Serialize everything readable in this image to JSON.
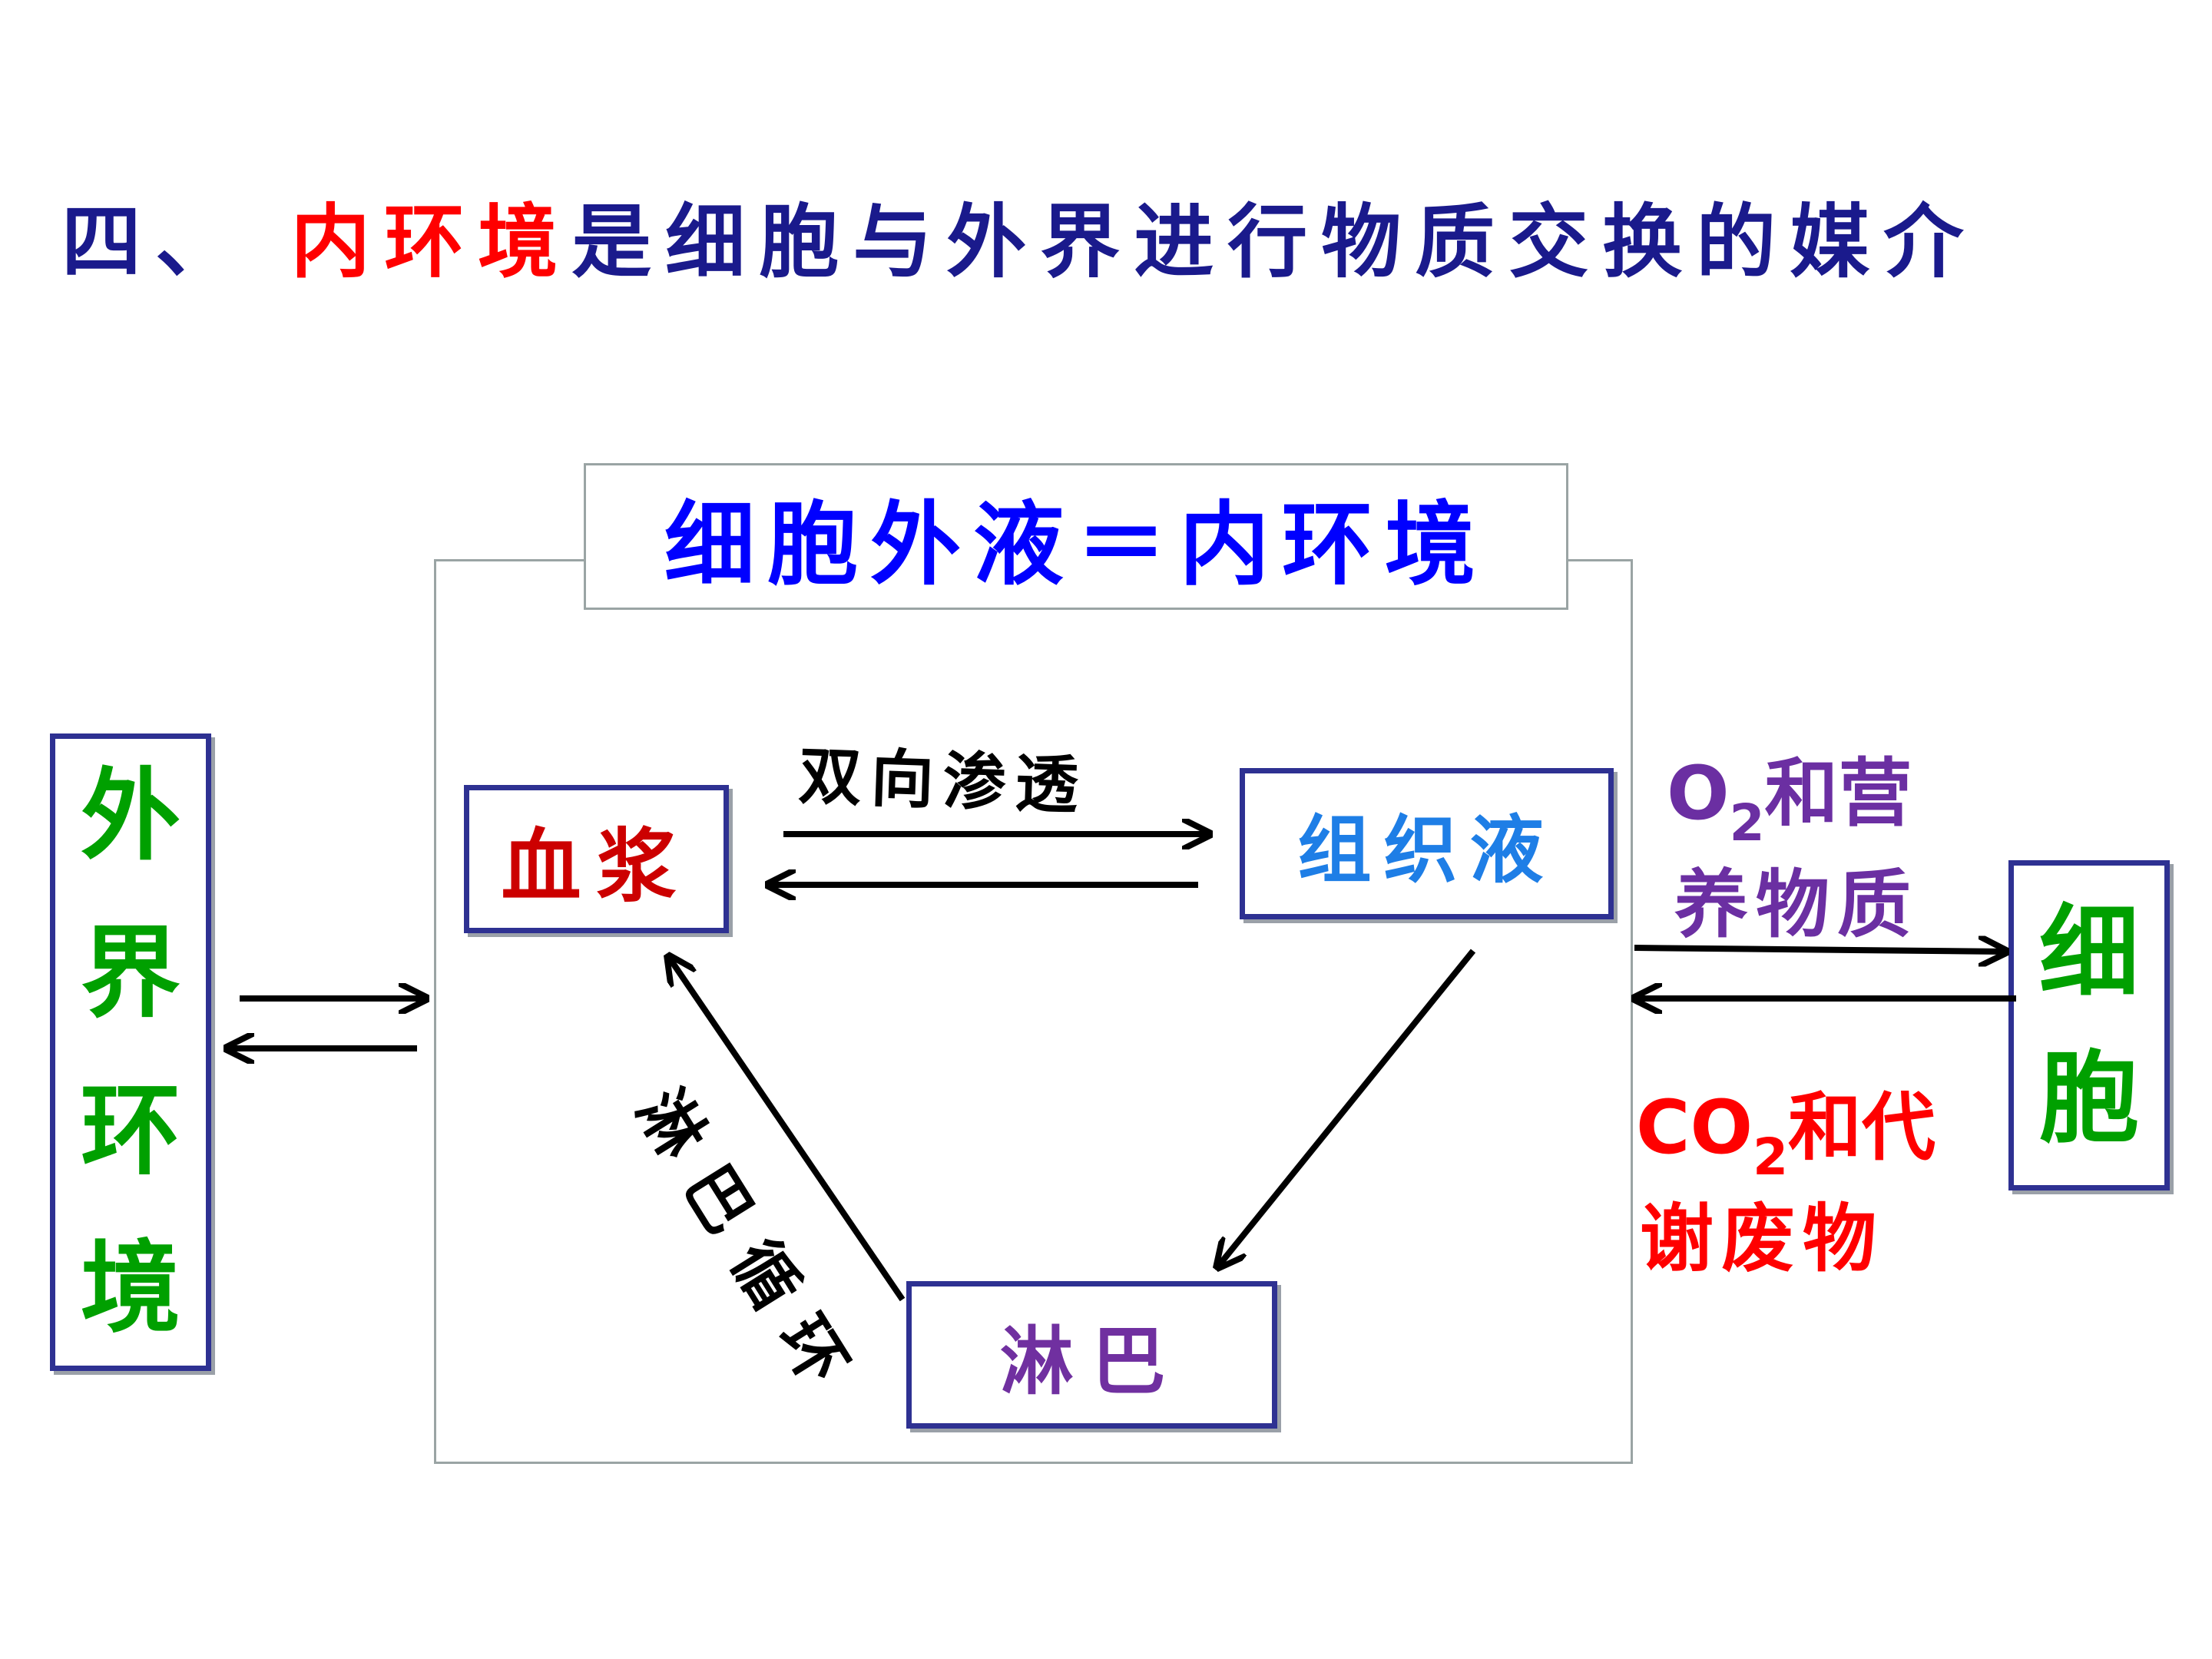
{
  "heading": {
    "prefix": "四、",
    "highlight": "内环境",
    "rest": "是细胞与外界进行物质交换的媒介"
  },
  "diagram": {
    "title": "细胞外液＝内环境",
    "nodes": {
      "plasma": "血浆",
      "tissue_fluid": "组织液",
      "lymph": "淋巴",
      "external_env": "外界环境",
      "cell": "细胞"
    },
    "labels": {
      "osmosis": "双向渗透",
      "lymph_circulation": "淋巴循环",
      "o2_prefix": "O",
      "o2_sub": "2",
      "o2_suffix": "和营",
      "nutrients": "养物质",
      "co2_prefix": "CO",
      "co2_sub": "2",
      "co2_suffix": "和代",
      "waste": "谢废物"
    }
  },
  "colors": {
    "heading_blue": "#1a1a8c",
    "heading_red": "#ff0000",
    "title_blue": "#0000ff",
    "plasma_red": "#cc0000",
    "tissue_blue": "#1e7ee6",
    "lymph_purple": "#7030a0",
    "green": "#00a000",
    "box_border": "#2e3192"
  }
}
